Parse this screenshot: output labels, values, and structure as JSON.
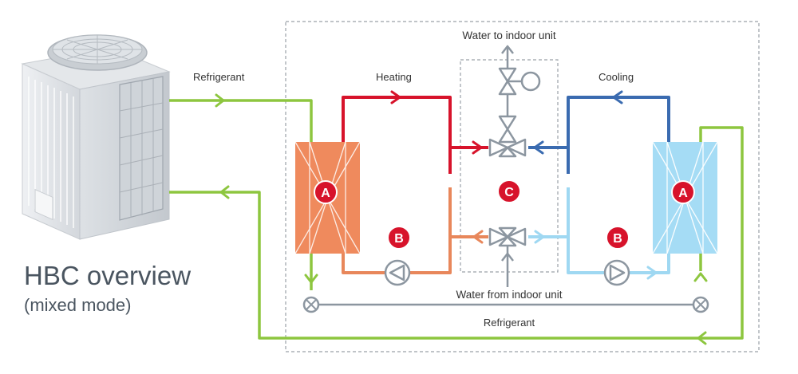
{
  "title": "HBC overview",
  "subtitle": "(mixed mode)",
  "labels": {
    "refrigerant_top": "Refrigerant",
    "refrigerant_bottom": "Refrigerant",
    "heating": "Heating",
    "cooling": "Cooling",
    "water_to_indoor": "Water to indoor unit",
    "water_from_indoor": "Water from indoor unit"
  },
  "badges": {
    "heat_exchanger": "A",
    "pump": "B",
    "controller": "C"
  },
  "colors": {
    "refrigerant_line": "#8dc63f",
    "hot_water": "#d7132b",
    "warm_return": "#e8875b",
    "cold_water": "#3a6bb0",
    "cool_return": "#9fd8f2",
    "heat_exchanger_hot": "#ef8a5d",
    "heat_exchanger_cold": "#a5dcf5",
    "badge": "#d7132b",
    "valve_grey": "#8c96a0"
  }
}
